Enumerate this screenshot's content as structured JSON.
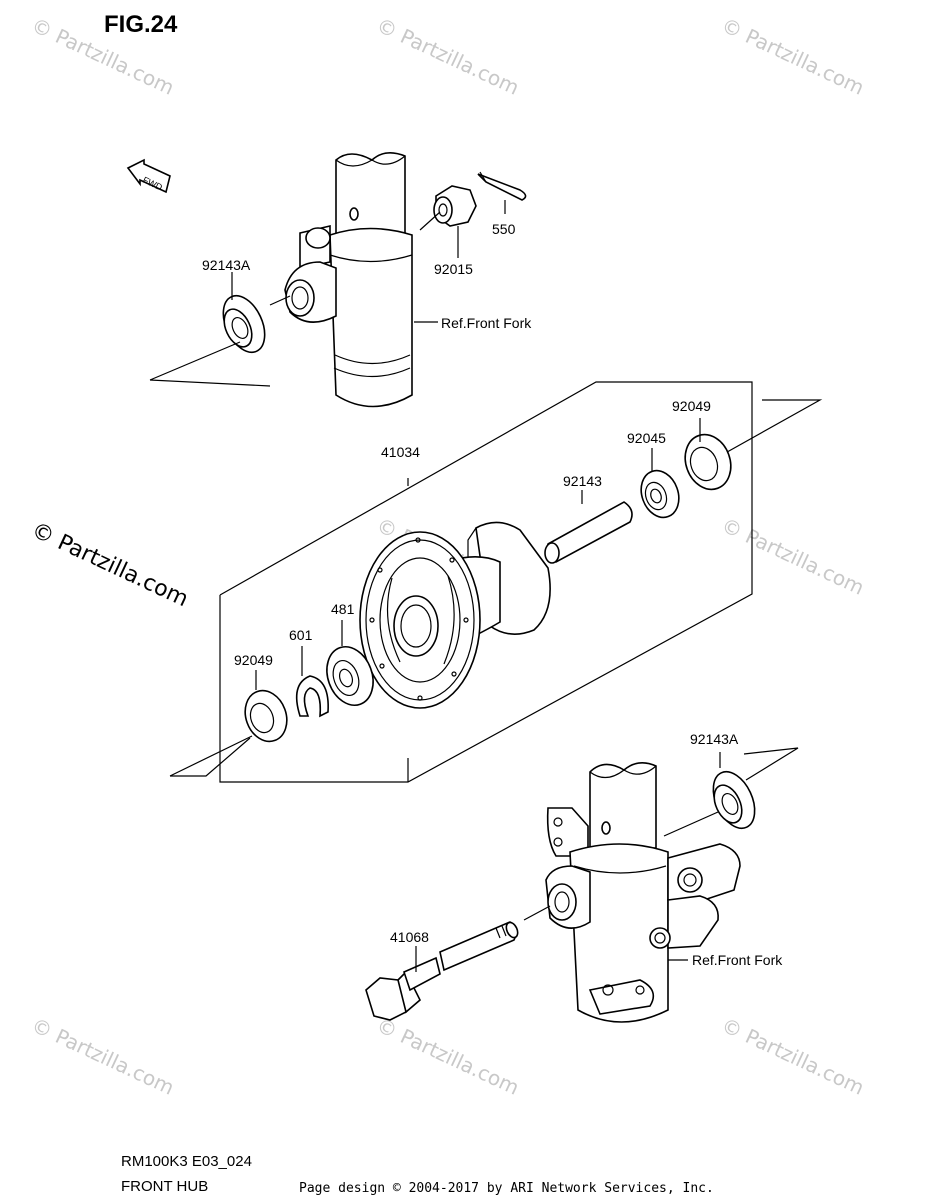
{
  "figure": {
    "title": "FIG.24"
  },
  "fwd_label": "FWD",
  "watermark": {
    "text": "© Partzilla.com",
    "primary": "© Partzilla.com"
  },
  "parts": {
    "p92143A_top": "92143A",
    "p92015": "92015",
    "p550": "550",
    "ref_front_fork_top": "Ref.Front Fork",
    "p92049_right": "92049",
    "p92045": "92045",
    "p41034": "41034",
    "p92143": "92143",
    "p481": "481",
    "p601": "601",
    "p92049_left": "92049",
    "p92143A_bottom": "92143A",
    "p41068": "41068",
    "ref_front_fork_bottom": "Ref.Front Fork"
  },
  "footer": {
    "code": "RM100K3 E03_024",
    "name": "FRONT HUB",
    "credit": "Page design © 2004-2017 by ARI Network Services, Inc."
  }
}
